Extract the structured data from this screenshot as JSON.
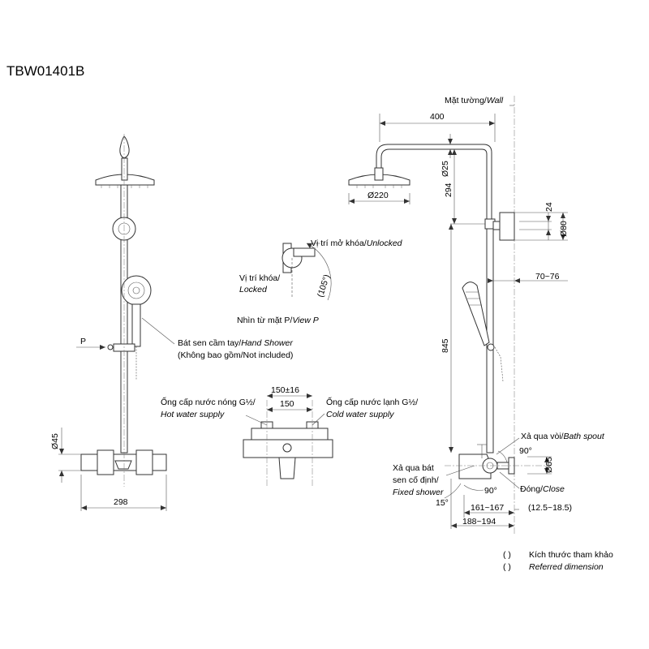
{
  "model": "TBW01401B",
  "front_view": {
    "view_p": "P",
    "dim_height_45": "Ø45",
    "dim_width_298": "298",
    "hand_shower_vi": "Bát sen cầm tay/",
    "hand_shower_en": "Hand Shower",
    "not_included": "(Không bao gồm/Not included)"
  },
  "view_detail": {
    "unlocked_vi": "Vị trí mở khóa/",
    "unlocked_en": "Unlocked",
    "locked_vi": "Vị trí khóa/",
    "locked_en": "Locked",
    "angle": "(105°)",
    "view_label_vi": "Nhìn từ mặt P/",
    "view_label_en": "View P"
  },
  "mixer_detail": {
    "spacing_range": "150±16",
    "spacing": "150",
    "hot_vi": "Ống cấp nước nóng G½/",
    "hot_en": "Hot water supply",
    "cold_vi": "Ống cấp nước lạnh G½/",
    "cold_en": "Cold water supply"
  },
  "side_view": {
    "wall_vi": "Mặt tường/",
    "wall_en": "Wall",
    "dim_400": "400",
    "dim_25": "Ø25",
    "dim_220": "Ø220",
    "dim_294": "294",
    "dim_24": "24",
    "dim_80": "Ø80",
    "dim_70_76": "70~76",
    "dim_845": "845",
    "bath_spout_vi": "Xả qua vòi/",
    "bath_spout_en": "Bath spout",
    "angle_90_top": "90°",
    "dim_65": "Ø65",
    "fixed_vi_1": "Xả qua bát",
    "fixed_vi_2": "sen cố định/",
    "fixed_en": "Fixed shower",
    "angle_90_bottom": "90°",
    "close_vi": "Đóng/",
    "close_en": "Close",
    "angle_15": "15°",
    "dim_161_167": "161~167",
    "dim_12_18": "(12.5~18.5)",
    "dim_188_194": "188~194"
  },
  "legend": {
    "paren": "(      )",
    "ref_vi": "Kích thước tham khảo",
    "ref_en": "Referred dimension"
  }
}
